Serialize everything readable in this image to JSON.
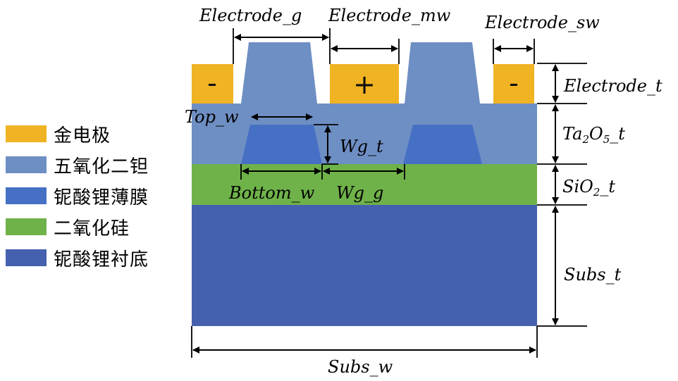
{
  "colors": {
    "gold": "#F0B323",
    "ta2o5": "#6E8FC4",
    "ln_film": "#4670C4",
    "sio2": "#6FB24A",
    "substrate": "#4660B0"
  },
  "legend": [
    {
      "label": "金电极",
      "color": "#F0B323"
    },
    {
      "label": "五氧化二钽",
      "color": "#6E8FC4"
    },
    {
      "label": "铌酸锂薄膜",
      "color": "#4670C4"
    },
    {
      "label": "二氧化硅",
      "color": "#6FB24A"
    },
    {
      "label": "铌酸锂衬底",
      "color": "#4660B0"
    }
  ],
  "electrode_signs": {
    "left": "-",
    "middle": "+",
    "right": "-"
  },
  "labels": {
    "electrode_g": "Electrode_g",
    "electrode_mw": "Electrode_mw",
    "electrode_sw": "Electrode_sw",
    "electrode_t": "Electrode_t",
    "top_w": "Top_w",
    "wg_t": "Wg_t",
    "bottom_w": "Bottom_w",
    "wg_g": "Wg_g",
    "ta2o5_t": {
      "pre": "Ta",
      "sub1": "2",
      "mid": "O",
      "sub2": "5",
      "post": "_t"
    },
    "sio2_t": {
      "pre": "SiO",
      "sub": "2",
      "post": "_t"
    },
    "subs_t": "Subs_t",
    "subs_w": "Subs_w"
  }
}
